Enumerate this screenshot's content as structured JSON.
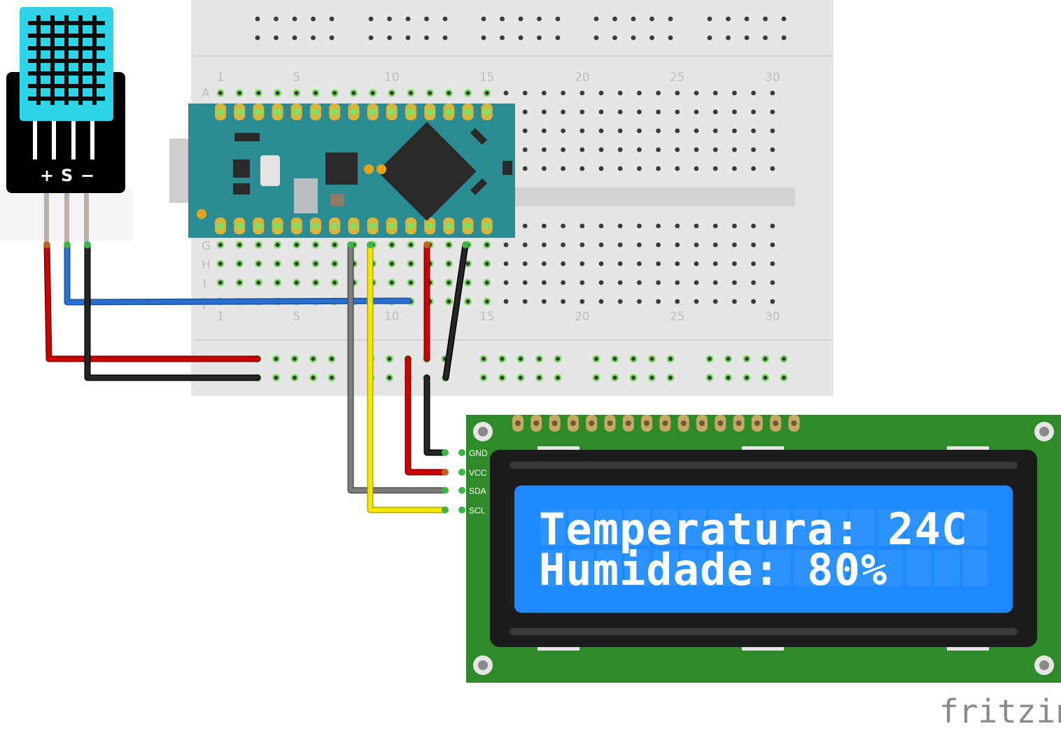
{
  "breadboard": {
    "column_numbers": [
      "1",
      "5",
      "10",
      "15",
      "20",
      "25",
      "30"
    ],
    "row_letters_top": [
      "A"
    ],
    "row_letters_bottom": [
      "G",
      "H",
      "I",
      "J"
    ]
  },
  "dht_sensor": {
    "pin_labels": [
      "+",
      "S",
      "−"
    ]
  },
  "lcd": {
    "pin_labels": [
      "GND",
      "VCC",
      "SDA",
      "SCL"
    ],
    "line1": "Temperatura:  24C",
    "line2": "Humidade:     80%",
    "backlight_color": "#1e88ff",
    "pcb_color": "#2f8a2a"
  },
  "wire_colors": {
    "red": "#cc0000",
    "black": "#1a1a1a",
    "blue": "#2a6fd0",
    "gray": "#777777",
    "yellow": "#f5e600"
  },
  "arduino_color": "#2b8c94",
  "watermark": "fritzing"
}
